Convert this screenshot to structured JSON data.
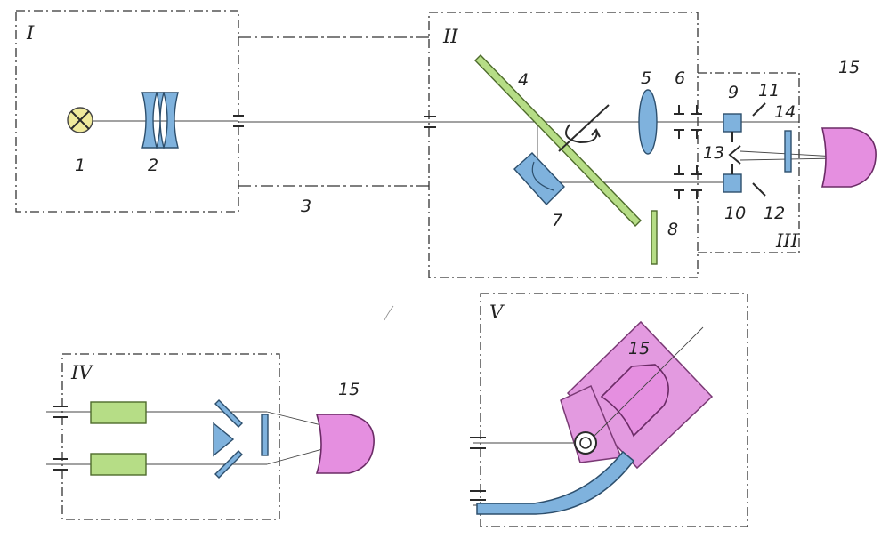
{
  "labels": {
    "block_I": "I",
    "block_II": "II",
    "block_III": "III",
    "block_IV": "IV",
    "block_V": "V",
    "n1": "1",
    "n2": "2",
    "n3": "3",
    "n4": "4",
    "n5": "5",
    "n6": "6",
    "n7": "7",
    "n8": "8",
    "n9": "9",
    "n10": "10",
    "n11": "11",
    "n12": "12",
    "n13": "13",
    "n14": "14",
    "n15_III": "15",
    "n15_IV": "15",
    "n15_V": "15"
  },
  "colors": {
    "optic_blue": "#7fb2dd",
    "plate_green": "#b6dd86",
    "lamp_yellow": "#f0ea9c",
    "eye_pink": "#e58fe0"
  }
}
